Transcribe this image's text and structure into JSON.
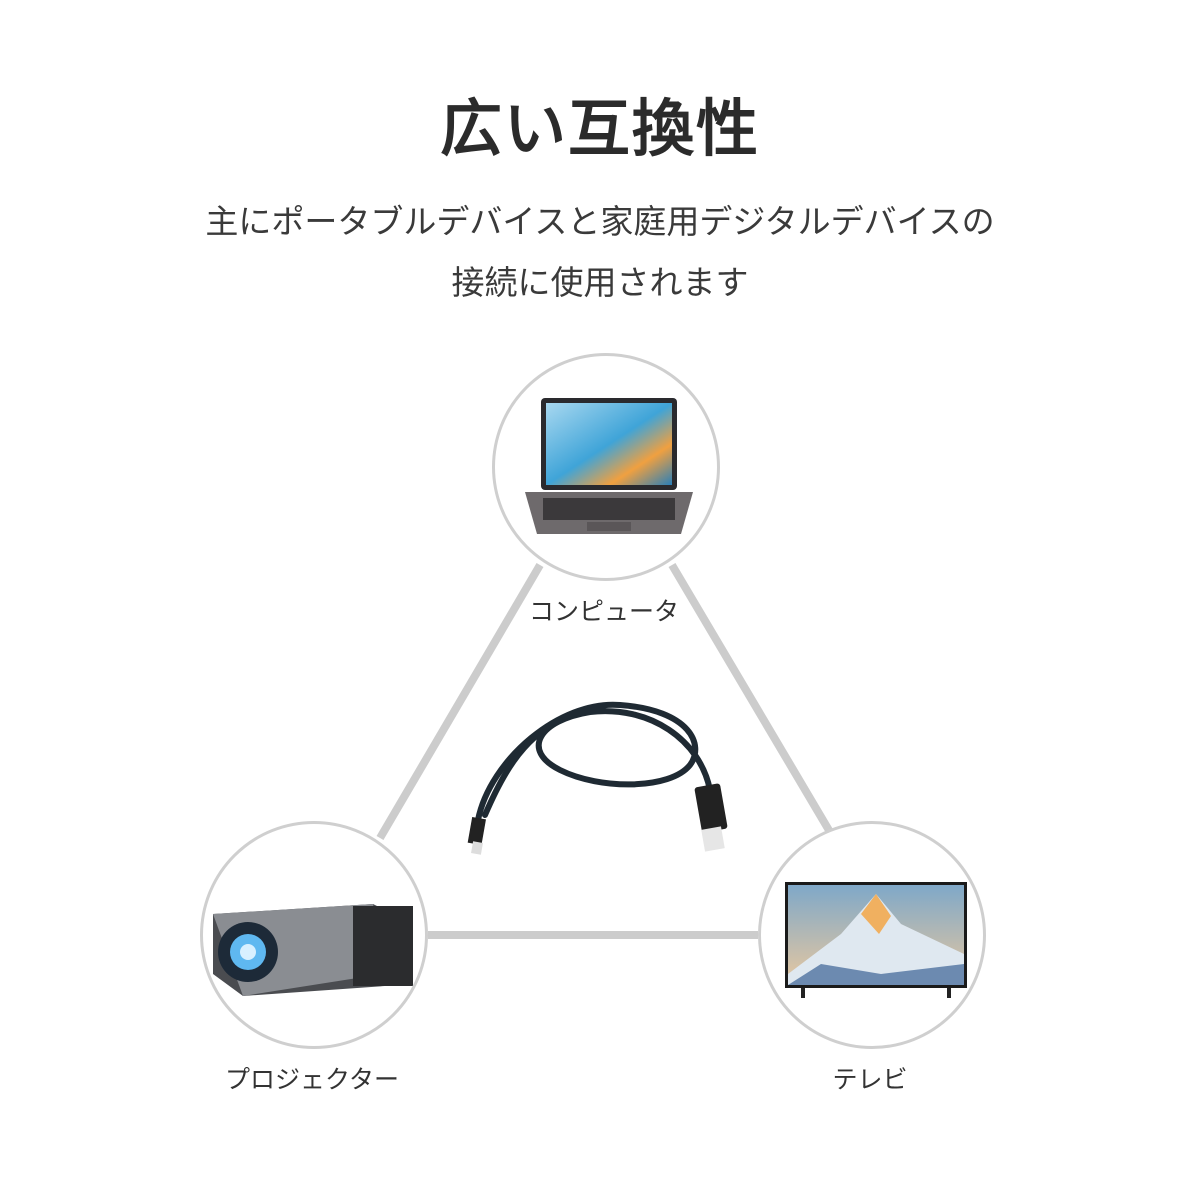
{
  "title": "広い互換性",
  "subtitle": {
    "line1": "主にポータブルデバイスと家庭用デジタルデバイスの",
    "line2": "接続に使用されます"
  },
  "devices": [
    {
      "label": "コンピュータ",
      "icon": "laptop-icon"
    },
    {
      "label": "プロジェクター",
      "icon": "projector-icon"
    },
    {
      "label": "テレビ",
      "icon": "tv-icon"
    }
  ],
  "center_product": {
    "icon": "hdmi-cable-icon"
  },
  "colors": {
    "connector_lines": "#cccccc",
    "circle_border": "#cfcfcf",
    "title": "#2b2b2b"
  }
}
